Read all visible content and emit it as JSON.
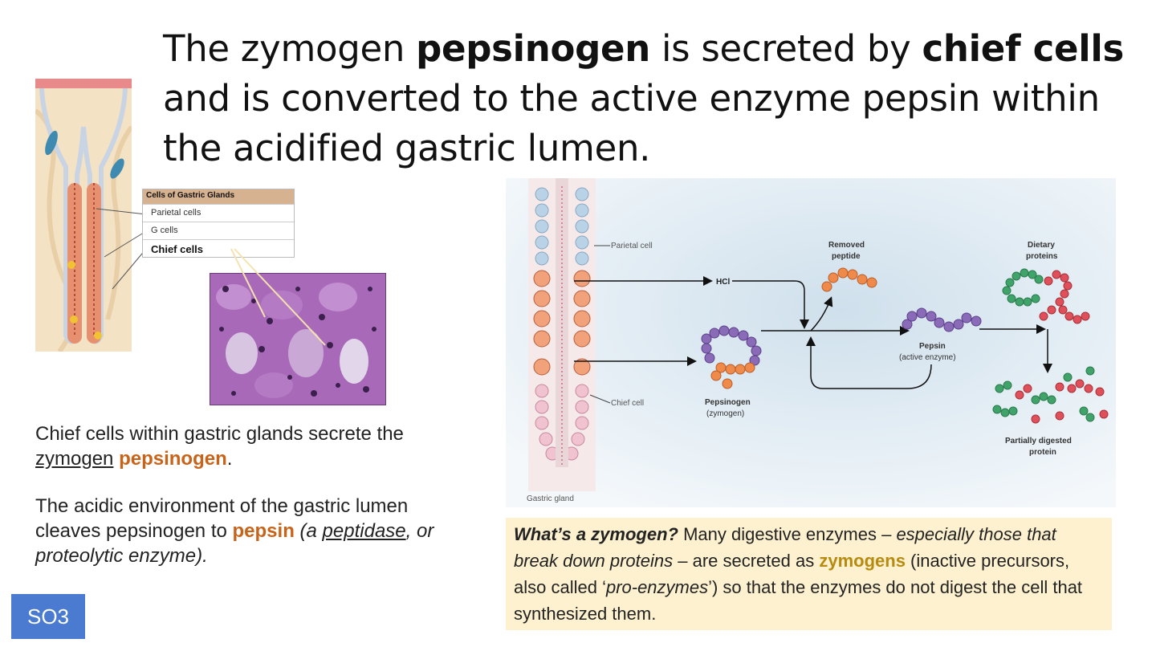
{
  "title": {
    "part1": "The zymogen ",
    "bold1": "pepsinogen",
    "part2": " is secreted by ",
    "bold2": "chief cells",
    "part3": " and is converted to the active enzyme pepsin within the acidified gastric lumen."
  },
  "cells_table": {
    "header": "Cells of Gastric Glands",
    "rows": [
      "Parietal cells",
      "G cells",
      "Chief cells"
    ]
  },
  "left_text": {
    "p1_a": "Chief cells within gastric glands secrete the ",
    "p1_zymogen": "zymogen",
    "p1_space": " ",
    "p1_pepsinogen": "pepsinogen",
    "p1_end": ".",
    "p2_a": "The acidic environment of the gastric lumen cleaves pepsinogen to ",
    "p2_pepsin": "pepsin",
    "p2_b": " (a ",
    "p2_peptidase": "peptidase",
    "p2_c": ", or proteolytic enzyme)."
  },
  "badge": "SO3",
  "diagram": {
    "parietal_cell": "Parietal cell",
    "chief_cell": "Chief cell",
    "gastric_gland": "Gastric gland",
    "hcl": "HCl",
    "removed_peptide_1": "Removed",
    "removed_peptide_2": "peptide",
    "pepsinogen_1": "Pepsinogen",
    "pepsinogen_2": "(zymogen)",
    "pepsin_1": "Pepsin",
    "pepsin_2": "(active enzyme)",
    "dietary_1": "Dietary",
    "dietary_2": "proteins",
    "partial_1": "Partially digested",
    "partial_2": "protein"
  },
  "note": {
    "q": "What’s a zymogen?",
    "t1": " Many digestive enzymes – ",
    "i1": "especially those that break down proteins",
    "t2": " – are secreted as ",
    "zym": "zymogens",
    "t3": " (inactive precursors, also called ‘",
    "i2": "pro-enzymes",
    "t4": "’) so that the enzymes do not digest the cell that synthesized them."
  },
  "colors": {
    "orange_text": "#c8631a",
    "badge_blue": "#4a7bd0",
    "note_bg": "#fdf1cf",
    "zymogens_text": "#b78a10",
    "table_header": "#d7b291"
  }
}
